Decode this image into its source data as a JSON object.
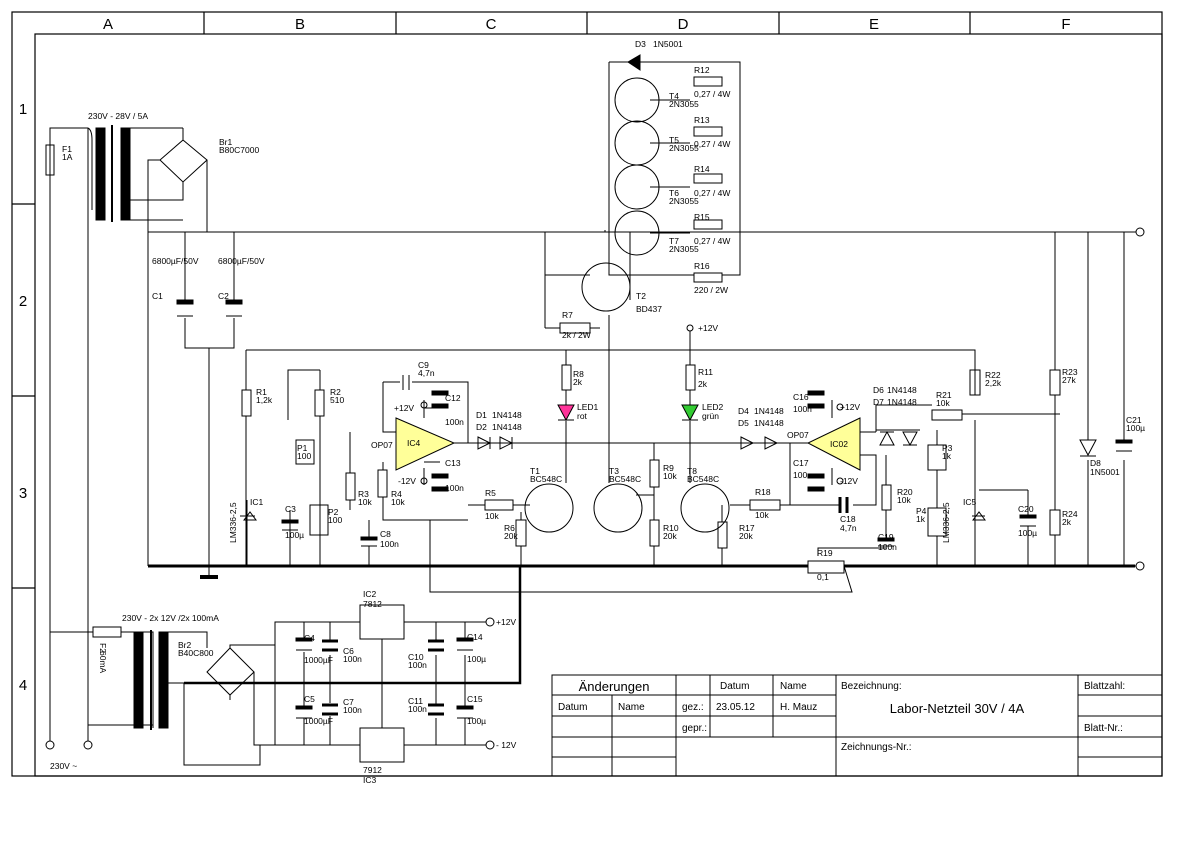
{
  "zones": {
    "columns": [
      "A",
      "B",
      "C",
      "D",
      "E",
      "F"
    ],
    "rows": [
      "1",
      "2",
      "3",
      "4"
    ]
  },
  "components": [
    {
      "key": "F1",
      "lines": [
        "F1",
        "1A"
      ]
    },
    {
      "key": "TR1",
      "lines": [
        "230V - 28V / 5A"
      ]
    },
    {
      "key": "BR1",
      "lines": [
        "Br1",
        "B80C7000"
      ]
    },
    {
      "key": "C1",
      "lines": [
        "6800µF/50V",
        "C1"
      ]
    },
    {
      "key": "C2",
      "lines": [
        "6800µF/50V",
        "C2"
      ]
    },
    {
      "key": "D3",
      "lines": [
        "D3",
        "1N5001"
      ]
    },
    {
      "key": "R12",
      "lines": [
        "R12",
        "0,27 / 4W"
      ]
    },
    {
      "key": "T4",
      "lines": [
        "T4",
        "2N3055"
      ]
    },
    {
      "key": "R13",
      "lines": [
        "R13",
        "0,27 / 4W"
      ]
    },
    {
      "key": "T5",
      "lines": [
        "T5",
        "2N3055"
      ]
    },
    {
      "key": "R14",
      "lines": [
        "R14",
        "0,27 / 4W"
      ]
    },
    {
      "key": "T6",
      "lines": [
        "T6",
        "2N3055"
      ]
    },
    {
      "key": "R15",
      "lines": [
        "R15",
        "0,27 / 4W"
      ]
    },
    {
      "key": "T7",
      "lines": [
        "T7",
        "2N3055"
      ]
    },
    {
      "key": "R16",
      "lines": [
        "R16",
        "220 / 2W"
      ]
    },
    {
      "key": "T2",
      "lines": [
        "T2",
        "BD437"
      ]
    },
    {
      "key": "R7",
      "lines": [
        "R7",
        "2k / 2W"
      ]
    },
    {
      "key": "R1",
      "lines": [
        "R1",
        "1,2k"
      ]
    },
    {
      "key": "R2",
      "lines": [
        "R2",
        "510"
      ]
    },
    {
      "key": "P1",
      "lines": [
        "P1",
        "100"
      ]
    },
    {
      "key": "P2",
      "lines": [
        "P2",
        "100"
      ]
    },
    {
      "key": "IC1",
      "lines": [
        "IC1",
        "LM336-2,5"
      ]
    },
    {
      "key": "C3",
      "lines": [
        "C3",
        "100µ"
      ]
    },
    {
      "key": "R3",
      "lines": [
        "R3",
        "10k"
      ]
    },
    {
      "key": "R4",
      "lines": [
        "R4",
        "10k"
      ]
    },
    {
      "key": "C8",
      "lines": [
        "C8",
        "100n"
      ]
    },
    {
      "key": "C9",
      "lines": [
        "C9",
        "4,7n"
      ]
    },
    {
      "key": "C12",
      "lines": [
        "C12",
        "100n"
      ]
    },
    {
      "key": "C13",
      "lines": [
        "C13",
        "100n"
      ]
    },
    {
      "key": "IC4",
      "lines": [
        "IC4",
        "OP07",
        "+12V",
        "-12V"
      ]
    },
    {
      "key": "D1D2",
      "lines": [
        "D1",
        "D2",
        "1N4148",
        "1N4148"
      ]
    },
    {
      "key": "R8",
      "lines": [
        "R8",
        "2k"
      ]
    },
    {
      "key": "LED1",
      "lines": [
        "LED1",
        "rot"
      ]
    },
    {
      "key": "T1",
      "lines": [
        "T1",
        "BC548C"
      ]
    },
    {
      "key": "R5",
      "lines": [
        "R5",
        "10k"
      ]
    },
    {
      "key": "R6",
      "lines": [
        "R6",
        "20k"
      ]
    },
    {
      "key": "T3",
      "lines": [
        "T3",
        "BC548C"
      ]
    },
    {
      "key": "R9",
      "lines": [
        "R9",
        "10k"
      ]
    },
    {
      "key": "R10",
      "lines": [
        "R10",
        "20k"
      ]
    },
    {
      "key": "R11",
      "lines": [
        "R11",
        "2k",
        "+12V"
      ]
    },
    {
      "key": "LED2",
      "lines": [
        "LED2",
        "grün"
      ]
    },
    {
      "key": "T8",
      "lines": [
        "T8",
        "BC548C"
      ]
    },
    {
      "key": "R17",
      "lines": [
        "R17",
        "20k"
      ]
    },
    {
      "key": "R18",
      "lines": [
        "R18",
        "10k"
      ]
    },
    {
      "key": "D4D5",
      "lines": [
        "D4",
        "D5",
        "1N4148",
        "1N4148"
      ]
    },
    {
      "key": "C16",
      "lines": [
        "C16",
        "100n",
        "+12V"
      ]
    },
    {
      "key": "C17",
      "lines": [
        "C17",
        "100n",
        "-12V"
      ]
    },
    {
      "key": "IC02",
      "lines": [
        "IC02",
        "OP07"
      ]
    },
    {
      "key": "C18",
      "lines": [
        "C18",
        "4,7n"
      ]
    },
    {
      "key": "D6D7",
      "lines": [
        "D6",
        "D7",
        "1N4148",
        "1N4148"
      ]
    },
    {
      "key": "R21",
      "lines": [
        "R21",
        "10k"
      ]
    },
    {
      "key": "R20",
      "lines": [
        "R20",
        "10k"
      ]
    },
    {
      "key": "P3",
      "lines": [
        "P3",
        "1k"
      ]
    },
    {
      "key": "P4",
      "lines": [
        "P4",
        "1k"
      ]
    },
    {
      "key": "C19",
      "lines": [
        "C19",
        "100n"
      ]
    },
    {
      "key": "R19",
      "lines": [
        "R19",
        "0,1"
      ]
    },
    {
      "key": "R22",
      "lines": [
        "R22",
        "2,2k"
      ]
    },
    {
      "key": "IC5",
      "lines": [
        "IC5",
        "LM336-2,5"
      ]
    },
    {
      "key": "C20",
      "lines": [
        "C20",
        "100µ"
      ]
    },
    {
      "key": "R23",
      "lines": [
        "R23",
        "27k"
      ]
    },
    {
      "key": "R24",
      "lines": [
        "R24",
        "2k"
      ]
    },
    {
      "key": "D8",
      "lines": [
        "D8",
        "1N5001"
      ]
    },
    {
      "key": "C21",
      "lines": [
        "C21",
        "100µ"
      ]
    },
    {
      "key": "TR2",
      "lines": [
        "230V - 2x 12V /2x 100mA"
      ]
    },
    {
      "key": "F2",
      "lines": [
        "F2",
        "60mA"
      ]
    },
    {
      "key": "BR2",
      "lines": [
        "Br2",
        "B40C800"
      ]
    },
    {
      "key": "C4",
      "lines": [
        "C4",
        "1000µF"
      ]
    },
    {
      "key": "C5",
      "lines": [
        "C5",
        "1000µF"
      ]
    },
    {
      "key": "C6",
      "lines": [
        "C6",
        "100n"
      ]
    },
    {
      "key": "C7",
      "lines": [
        "C7",
        "100n"
      ]
    },
    {
      "key": "IC2",
      "lines": [
        "IC2",
        "7812"
      ]
    },
    {
      "key": "IC3",
      "lines": [
        "7912",
        "IC3"
      ]
    },
    {
      "key": "C10",
      "lines": [
        "C10",
        "100n"
      ]
    },
    {
      "key": "C11",
      "lines": [
        "C11",
        "100n"
      ]
    },
    {
      "key": "C14",
      "lines": [
        "C14",
        "100µ"
      ]
    },
    {
      "key": "C15",
      "lines": [
        "C15",
        "100µ"
      ]
    },
    {
      "key": "MAINS",
      "lines": [
        "230V ~"
      ]
    },
    {
      "key": "OUTP",
      "lines": [
        "+12V"
      ]
    },
    {
      "key": "OUTN",
      "lines": [
        "- 12V"
      ]
    }
  ],
  "title_block": {
    "changes_header": "Änderungen",
    "col_date": "Datum",
    "col_name": "Name",
    "drawn_label": "gez.:",
    "checked_label": "gepr.:",
    "date_header": "Datum",
    "name_header": "Name",
    "drawn_date": "23.05.12",
    "drawn_name": "H. Mauz",
    "designation_label": "Bezeichnung:",
    "designation": "Labor-Netzteil 30V / 4A",
    "drawing_no_label": "Zeichnungs-Nr.:",
    "sheet_count_label": "Blattzahl:",
    "sheet_no_label": "Blatt-Nr.:"
  },
  "colors": {
    "line": "#000000",
    "op_amp_fill": "#ffff99",
    "led_red": "#ff3399",
    "led_green": "#33cc33"
  }
}
